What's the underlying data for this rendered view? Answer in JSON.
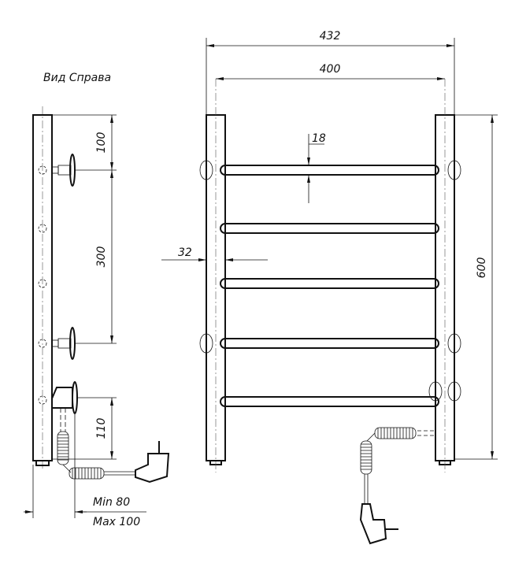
{
  "labels": {
    "view_title": "Вид Справа",
    "min_offset": "Min 80",
    "max_offset": "Max 100"
  },
  "dimensions": {
    "side_top": "100",
    "side_middle": "300",
    "side_bottom": "110",
    "overall_width": "432",
    "center_width": "400",
    "height": "600",
    "bar_diameter": "18",
    "rail_diameter": "32"
  }
}
